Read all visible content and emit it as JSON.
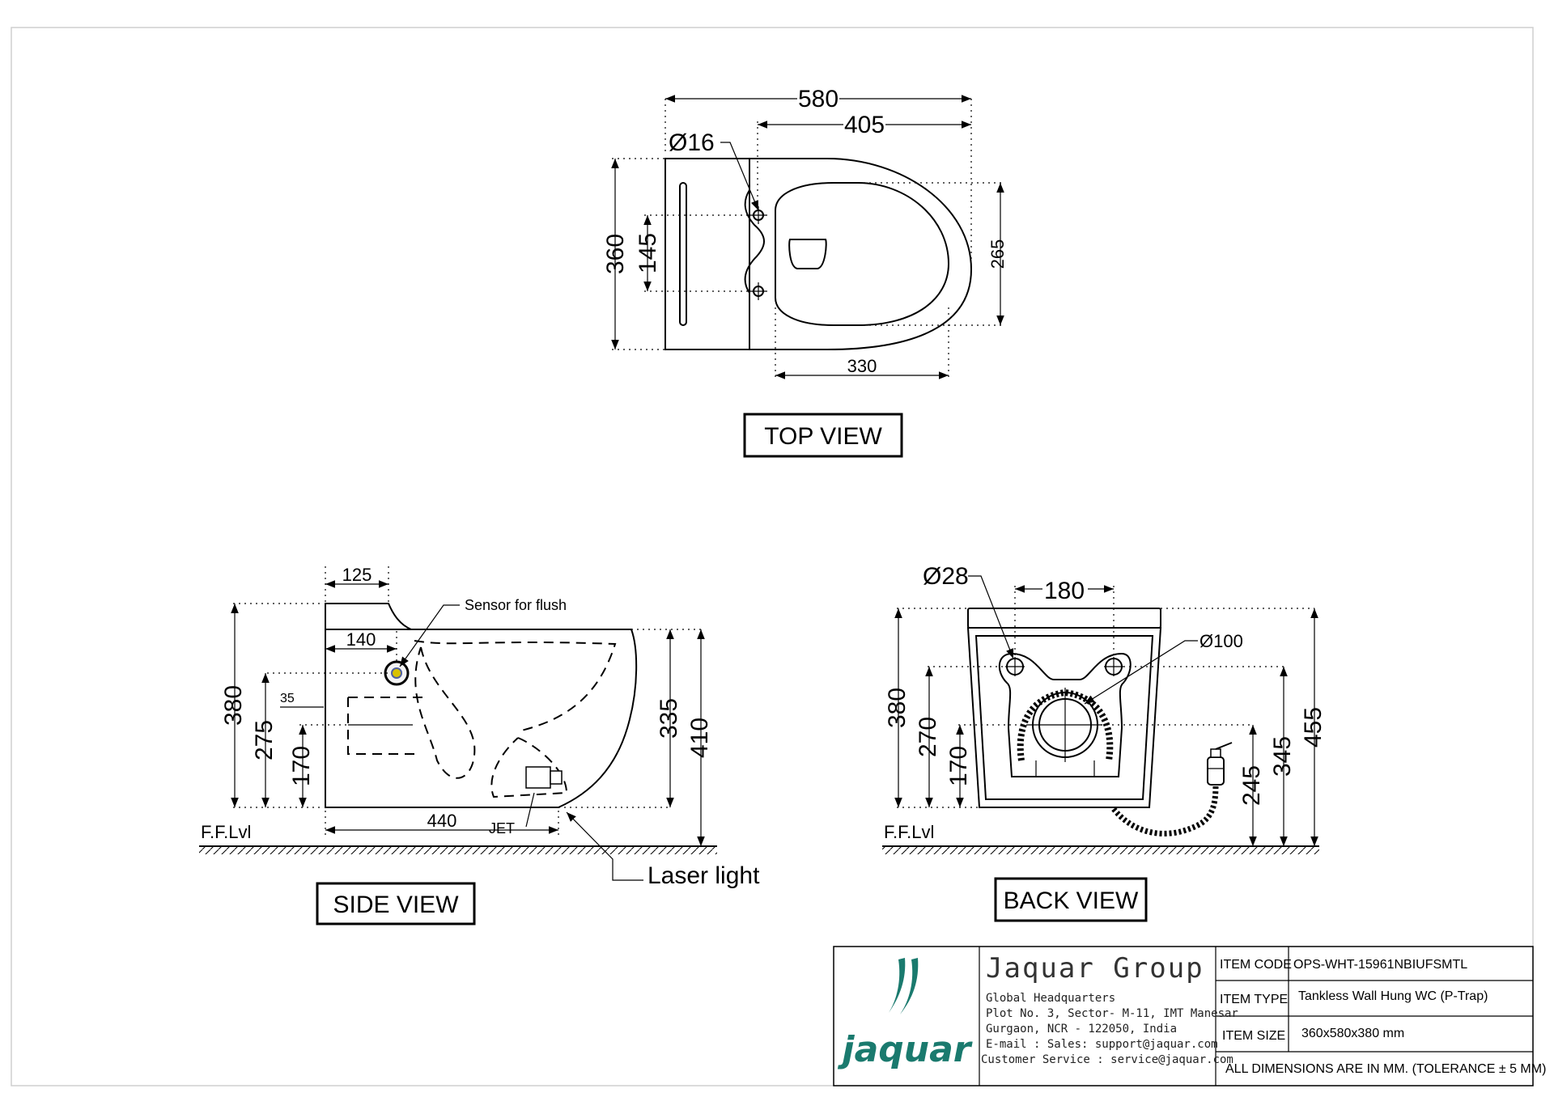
{
  "views": {
    "top": {
      "title": "TOP VIEW",
      "dims": {
        "overall_length": "580",
        "rim_length": "405",
        "hole_dia": "Ø16",
        "width": "360",
        "hole_spacing": "145",
        "bowl_width": "265",
        "bowl_length": "330"
      }
    },
    "side": {
      "title": "SIDE VIEW",
      "dims": {
        "top_length": "125",
        "sensor_offset": "140",
        "overall_height": "380",
        "outlet_height": "275",
        "small_offset": "35",
        "inlet_height": "170",
        "bowl_height": "335",
        "total_height": "410",
        "base_length": "440"
      },
      "labels": {
        "sensor": "Sensor for flush",
        "jet": "JET",
        "laser": "Laser light",
        "floor": "F.F.Lvl"
      }
    },
    "back": {
      "title": "BACK VIEW",
      "dims": {
        "hole_dia": "Ø28",
        "hole_spacing": "180",
        "outlet_dia": "Ø100",
        "overall_height": "380",
        "mount_height": "270",
        "outlet_height": "170",
        "valve_height": "245",
        "top_outlet_height": "345",
        "total_height": "455"
      },
      "labels": {
        "floor": "F.F.Lvl"
      }
    }
  },
  "title_block": {
    "logo_text": "jaquar",
    "company": "Jaquar Group",
    "address_lines": [
      "Global Headquarters",
      "Plot No. 3, Sector- M-11, IMT Manesar",
      "Gurgaon, NCR - 122050, India",
      "E-mail : Sales: support@jaquar.com",
      "Customer Service : service@jaquar.com"
    ],
    "item_code_label": "ITEM CODE",
    "item_code": "OPS-WHT-15961NBIUFSMTL",
    "item_type_label": "ITEM TYPE",
    "item_type": "Tankless Wall Hung WC (P-Trap)",
    "item_size_label": "ITEM SIZE",
    "item_size": "360x580x380 mm",
    "note": "ALL DIMENSIONS ARE IN MM. (TOLERANCE ± 5 MM)",
    "brand_color": "#1a7a6e"
  }
}
